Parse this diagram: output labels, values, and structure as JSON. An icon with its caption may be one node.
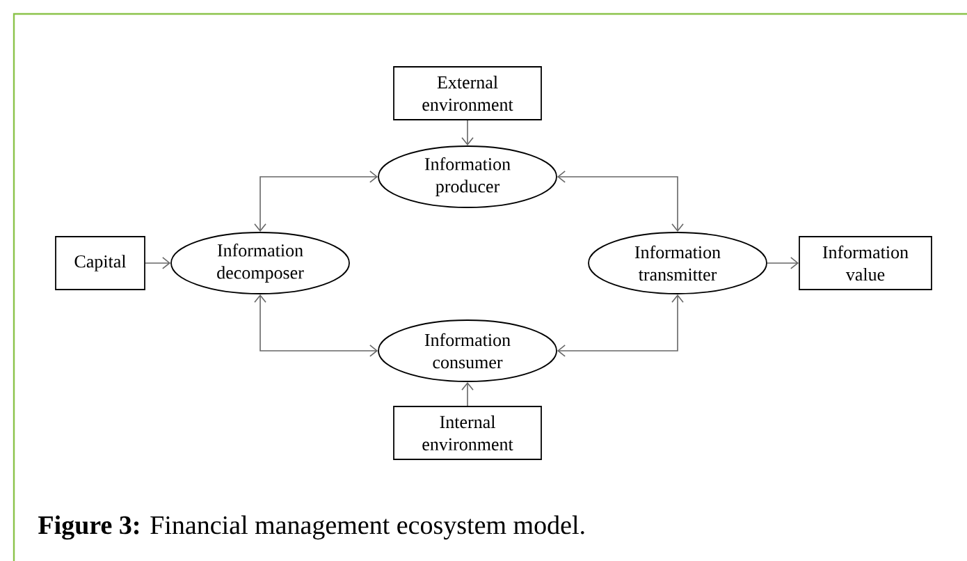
{
  "diagram": {
    "caption": "**Figure 3:** Financial management ecosystem model.",
    "nodes": [
      {
        "text": [
          "External environment"
        ]
      },
      {
        "text": [
          "Information producer"
        ]
      },
      {
        "text": [
          "Capital"
        ]
      },
      {
        "text": [
          "Information decomposer"
        ]
      },
      {
        "text": [
          "Information transmitter"
        ]
      },
      {
        "text": [
          "Information value"
        ]
      },
      {
        "text": [
          "Information consumer"
        ]
      },
      {
        "text": [
          "Internal environment"
        ]
      }
    ],
    "edges": [
      {
        "from": 0,
        "to": 1,
        "arrow": "to"
      },
      {
        "from": 3,
        "to": 1,
        "arrow": "both"
      },
      {
        "from": 1,
        "to": 4,
        "arrow": "both"
      },
      {
        "from": 2,
        "to": 3,
        "arrow": "to"
      },
      {
        "from": 4,
        "to": 5,
        "arrow": "to"
      },
      {
        "from": 3,
        "to": 6,
        "arrow": "both"
      },
      {
        "from": 6,
        "to": 4,
        "arrow": "both"
      },
      {
        "from": 7,
        "to": 6,
        "arrow": "to"
      }
    ]
  }
}
